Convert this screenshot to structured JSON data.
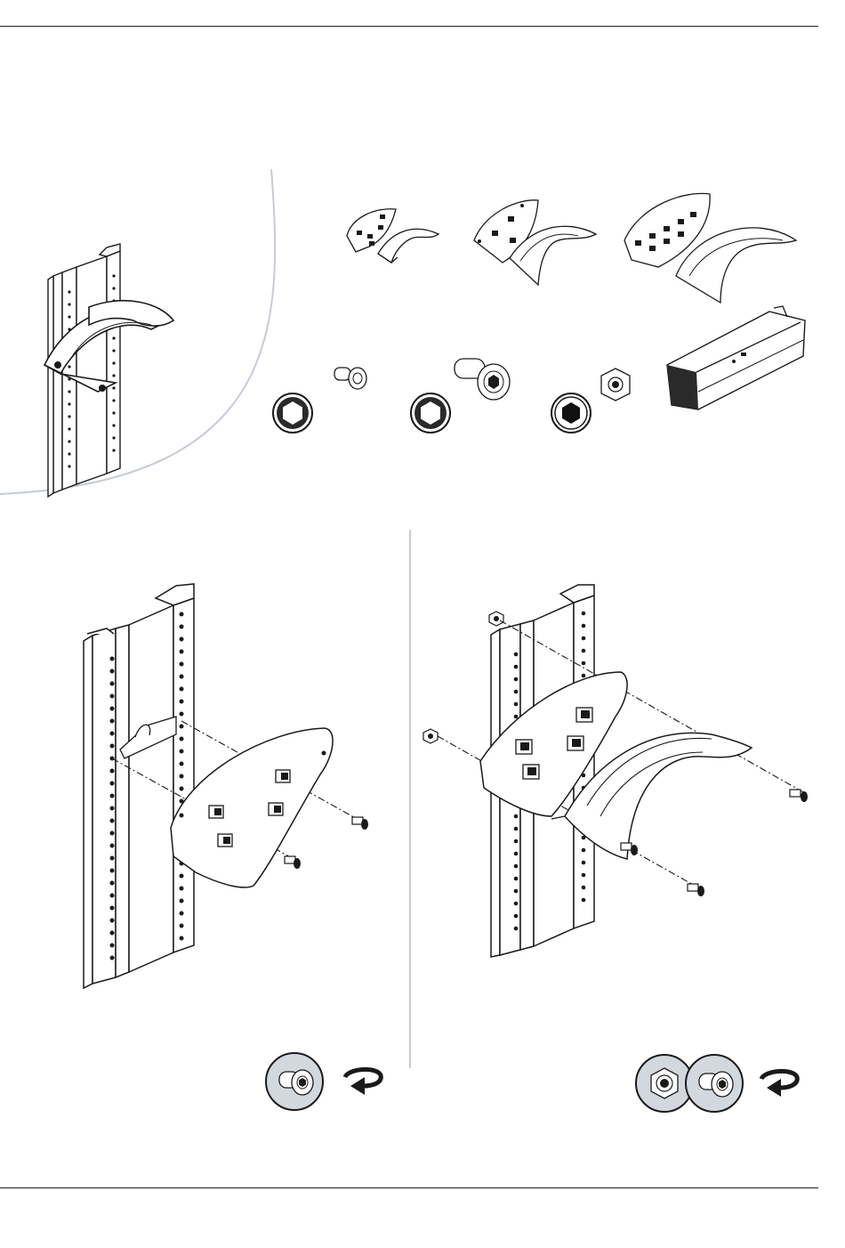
{
  "page": {
    "title": "",
    "steps": [
      {
        "id": "overview",
        "description": ""
      },
      {
        "id": "step-1",
        "description": ""
      },
      {
        "id": "step-2",
        "description": ""
      }
    ]
  },
  "colors": {
    "line": "#1a1a1a",
    "outline_gray": "#c5ccd6",
    "icon_fill": "#d3d7de",
    "icon_border": "#1a1a1a",
    "hex_dark": "#222222",
    "hex_light": "#ffffff"
  },
  "icons": {
    "tool_icons": [
      "hex-socket-small-icon",
      "hex-socket-medium-icon",
      "hex-nut-socket-icon"
    ],
    "step1_hardware": [
      "bolt-icon",
      "rotate-clockwise-icon"
    ],
    "step2_hardware": [
      "nut-icon",
      "bolt-icon",
      "rotate-clockwise-icon"
    ]
  }
}
